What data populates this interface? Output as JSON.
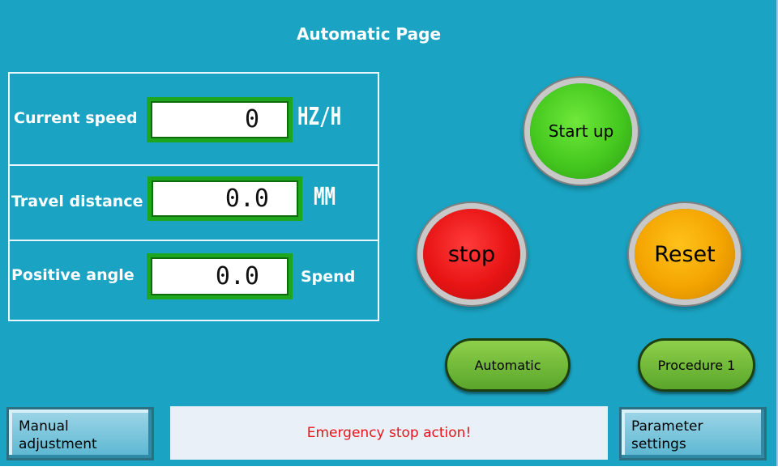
{
  "header": {
    "title": "Automatic Page"
  },
  "readouts": [
    {
      "label": "Current speed",
      "value": "0",
      "unit": "HZ/H"
    },
    {
      "label": "Travel distance",
      "value": "0.0",
      "unit": "MM"
    },
    {
      "label": "Positive angle",
      "value": "0.0",
      "unit": "Spend"
    }
  ],
  "controls": {
    "start_label": "Start up",
    "stop_label": "stop",
    "reset_label": "Reset",
    "automatic_label": "Automatic",
    "procedure_label": "Procedure 1"
  },
  "footer": {
    "manual_label": "Manual adjustment",
    "alarm_message": "Emergency stop action!",
    "parameter_label": "Parameter settings"
  },
  "colors": {
    "background": "#1aa3c2",
    "value_border": "#1fa61f",
    "start": "#45c81f",
    "stop": "#e81414",
    "reset": "#f4a400",
    "alarm_text": "#e8141a"
  }
}
